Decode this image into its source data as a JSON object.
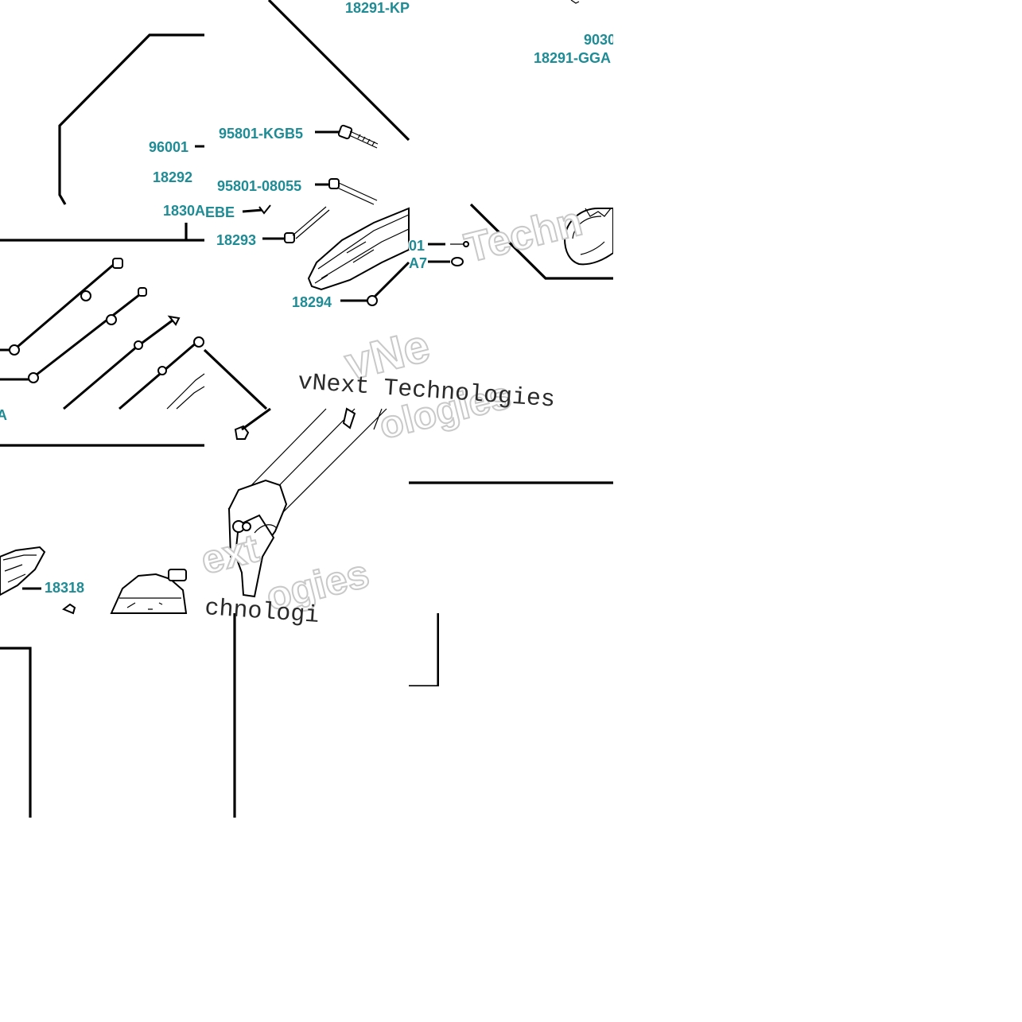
{
  "diagram": {
    "part_labels": [
      {
        "id": "18291-KP",
        "text": "18291-KP"
      },
      {
        "id": "9030",
        "text": "9030"
      },
      {
        "id": "18291-GGA",
        "text": "18291-GGA"
      },
      {
        "id": "95801-KGB5",
        "text": "95801-KGB5"
      },
      {
        "id": "96001",
        "text": "96001"
      },
      {
        "id": "18292",
        "text": "18292"
      },
      {
        "id": "95801-08055",
        "text": "95801-08055"
      },
      {
        "id": "1830A",
        "text": "1830A"
      },
      {
        "id": "EBE",
        "text": "EBE"
      },
      {
        "id": "18293",
        "text": "18293"
      },
      {
        "id": "01",
        "text": "01"
      },
      {
        "id": "A7",
        "text": "A7"
      },
      {
        "id": "18294",
        "text": "18294"
      },
      {
        "id": "A",
        "text": "A"
      },
      {
        "id": "18318",
        "text": "18318"
      }
    ],
    "watermarks": {
      "serif_1": "vNext Technologies",
      "serif_2": "chnologi",
      "outline_tech": "Techn",
      "outline_vne": "vNe",
      "outline_ologies": "ologies",
      "outline_ext": "ext",
      "outline_nologies": "ogies"
    },
    "colors": {
      "label": "#1f8c95",
      "line": "#000000",
      "background": "#ffffff",
      "watermark_outline": "#c9c9c9"
    }
  }
}
